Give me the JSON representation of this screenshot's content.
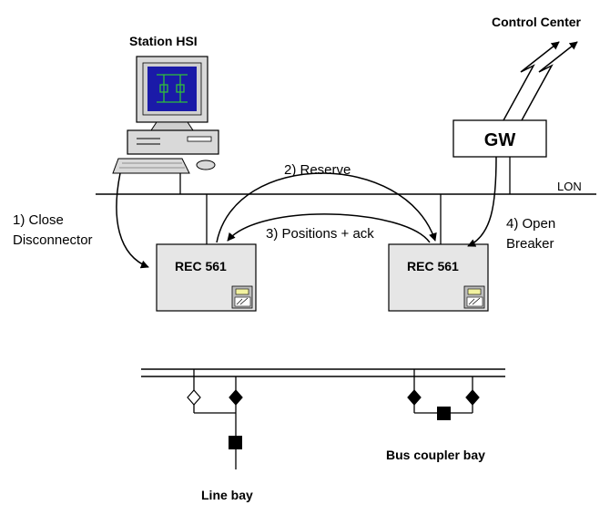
{
  "labels": {
    "control_center": "Control Center",
    "station_hsi": "Station HSI",
    "gw": "GW",
    "lon": "LON",
    "reserve": "2) Reserve",
    "close_line1": "1) Close",
    "close_line2": "Disconnector",
    "positions_ack": "3) Positions + ack",
    "open_line1": "4) Open",
    "open_line2": "Breaker",
    "rec_left": "REC 561",
    "rec_right": "REC 561",
    "bus_coupler_bay": "Bus coupler bay",
    "line_bay": "Line bay"
  },
  "colors": {
    "ied_fill": "#e6e6e6",
    "monitor_screen": "#1a1aa8",
    "screen_symbol": "#2fbf3a"
  }
}
